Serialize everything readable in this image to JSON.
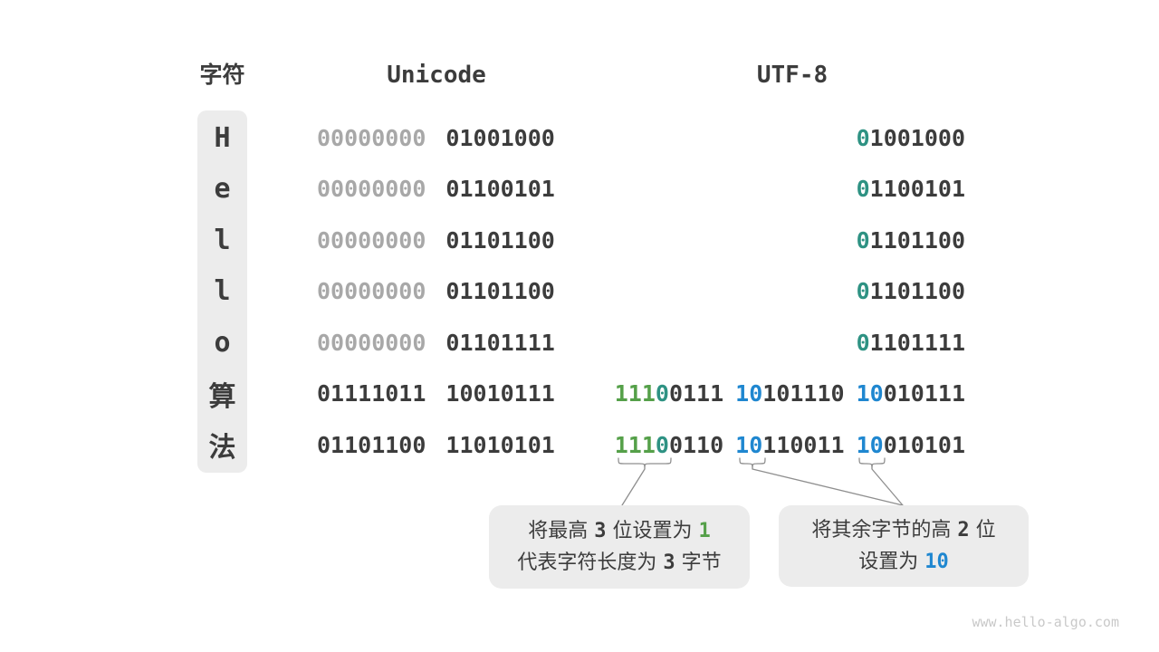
{
  "colors": {
    "dark": "#3c3c3c",
    "faded": "#a8a8a8",
    "teal": "#2e9283",
    "green": "#55a049",
    "blue": "#1f87d0",
    "pill_bg": "#ececec",
    "box_bg": "#ececec",
    "line": "#8f8f8f",
    "watermark": "#c9c9c9",
    "page_bg": "#ffffff"
  },
  "header": {
    "char_label": "字符",
    "unicode_label": "Unicode",
    "utf8_label": "UTF-8"
  },
  "rows": [
    {
      "char": "H",
      "unicode": [
        [
          {
            "t": "00000000",
            "s": "faded"
          }
        ],
        [
          {
            "t": "01001000",
            "s": "dark"
          }
        ]
      ],
      "utf8": [
        [
          {
            "t": "0",
            "s": "teal"
          },
          {
            "t": "1001000",
            "s": "dark"
          }
        ]
      ]
    },
    {
      "char": "e",
      "unicode": [
        [
          {
            "t": "00000000",
            "s": "faded"
          }
        ],
        [
          {
            "t": "01100101",
            "s": "dark"
          }
        ]
      ],
      "utf8": [
        [
          {
            "t": "0",
            "s": "teal"
          },
          {
            "t": "1100101",
            "s": "dark"
          }
        ]
      ]
    },
    {
      "char": "l",
      "unicode": [
        [
          {
            "t": "00000000",
            "s": "faded"
          }
        ],
        [
          {
            "t": "01101100",
            "s": "dark"
          }
        ]
      ],
      "utf8": [
        [
          {
            "t": "0",
            "s": "teal"
          },
          {
            "t": "1101100",
            "s": "dark"
          }
        ]
      ]
    },
    {
      "char": "l",
      "unicode": [
        [
          {
            "t": "00000000",
            "s": "faded"
          }
        ],
        [
          {
            "t": "01101100",
            "s": "dark"
          }
        ]
      ],
      "utf8": [
        [
          {
            "t": "0",
            "s": "teal"
          },
          {
            "t": "1101100",
            "s": "dark"
          }
        ]
      ]
    },
    {
      "char": "o",
      "unicode": [
        [
          {
            "t": "00000000",
            "s": "faded"
          }
        ],
        [
          {
            "t": "01101111",
            "s": "dark"
          }
        ]
      ],
      "utf8": [
        [
          {
            "t": "0",
            "s": "teal"
          },
          {
            "t": "1101111",
            "s": "dark"
          }
        ]
      ]
    },
    {
      "char": "算",
      "unicode": [
        [
          {
            "t": "01111011",
            "s": "dark"
          }
        ],
        [
          {
            "t": "10010111",
            "s": "dark"
          }
        ]
      ],
      "utf8": [
        [
          {
            "t": "111",
            "s": "green"
          },
          {
            "t": "0",
            "s": "teal"
          },
          {
            "t": "0111",
            "s": "dark"
          }
        ],
        [
          {
            "t": "10",
            "s": "blue"
          },
          {
            "t": "101110",
            "s": "dark"
          }
        ],
        [
          {
            "t": "10",
            "s": "blue"
          },
          {
            "t": "010111",
            "s": "dark"
          }
        ]
      ]
    },
    {
      "char": "法",
      "unicode": [
        [
          {
            "t": "01101100",
            "s": "dark"
          }
        ],
        [
          {
            "t": "11010101",
            "s": "dark"
          }
        ]
      ],
      "utf8": [
        [
          {
            "t": "111",
            "s": "green"
          },
          {
            "t": "0",
            "s": "teal"
          },
          {
            "t": "0110",
            "s": "dark"
          }
        ],
        [
          {
            "t": "10",
            "s": "blue"
          },
          {
            "t": "110011",
            "s": "dark"
          }
        ],
        [
          {
            "t": "10",
            "s": "blue"
          },
          {
            "t": "010101",
            "s": "dark"
          }
        ]
      ]
    }
  ],
  "callouts": {
    "left": {
      "lines": [
        [
          {
            "t": "将最高 ",
            "s": "text"
          },
          {
            "t": "3",
            "s": "num"
          },
          {
            "t": " 位设置为 ",
            "s": "text"
          },
          {
            "t": "1",
            "s": "green"
          }
        ],
        [
          {
            "t": "代表字符长度为 ",
            "s": "text"
          },
          {
            "t": "3",
            "s": "num"
          },
          {
            "t": " 字节",
            "s": "text"
          }
        ]
      ]
    },
    "right": {
      "lines": [
        [
          {
            "t": "将其余字节的高 ",
            "s": "text"
          },
          {
            "t": "2",
            "s": "num"
          },
          {
            "t": " 位",
            "s": "text"
          }
        ],
        [
          {
            "t": "设置为 ",
            "s": "text"
          },
          {
            "t": "10",
            "s": "blue"
          }
        ]
      ]
    }
  },
  "watermark": "www.hello-algo.com"
}
